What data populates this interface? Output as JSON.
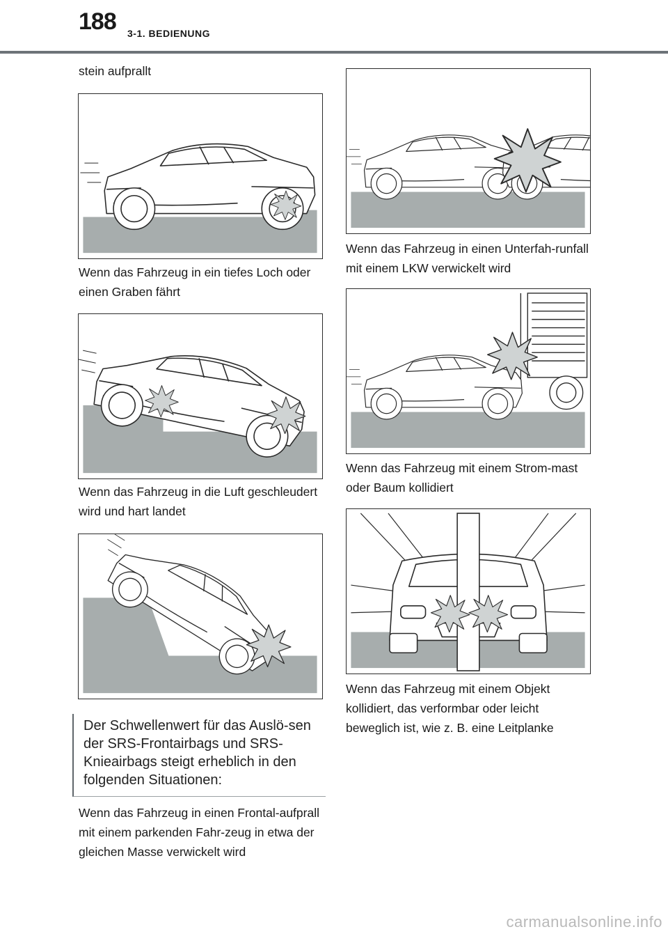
{
  "header": {
    "page_number": "188",
    "section_title": "3-1. BEDIENUNG"
  },
  "left_column": {
    "intro_text": "stein aufprallt",
    "captions": [
      "Wenn das Fahrzeug in ein tiefes Loch oder einen Graben fährt",
      "Wenn das Fahrzeug in die Luft geschleudert wird und hart landet"
    ],
    "note": "Der Schwellenwert für das Auslö-sen der SRS-Frontairbags und SRS-Knieairbags steigt erheblich in den folgenden Situationen:",
    "last_caption": "Wenn das Fahrzeug in einen Frontal-aufprall mit einem parkenden Fahr-zeug in etwa der gleichen Masse verwickelt wird"
  },
  "right_column": {
    "captions": [
      "Wenn das Fahrzeug in einen Unterfah-runfall mit einem LKW verwickelt wird",
      "Wenn das Fahrzeug mit einem Strom-mast oder Baum kollidiert",
      "Wenn das Fahrzeug mit einem Objekt kollidiert, das verformbar oder leicht beweglich ist, wie z. B. eine Leitplanke"
    ]
  },
  "figures": [
    {
      "name": "curb-impact-illustration",
      "icon": "car-curb-impact"
    },
    {
      "name": "ditch-illustration",
      "icon": "car-ditch-fall"
    },
    {
      "name": "jump-landing-illustration",
      "icon": "car-hard-landing"
    },
    {
      "name": "parked-car-collision-illustration",
      "icon": "car-rear-collision"
    },
    {
      "name": "truck-underride-illustration",
      "icon": "car-underride"
    },
    {
      "name": "pole-collision-illustration",
      "icon": "car-pole-impact"
    }
  ],
  "colors": {
    "ground": "#a7adad",
    "header_rule": "#6d7378",
    "impact_fill": "#cfd3d3",
    "line": "#2a2a2a"
  },
  "watermark": "carmanualsonline.info"
}
